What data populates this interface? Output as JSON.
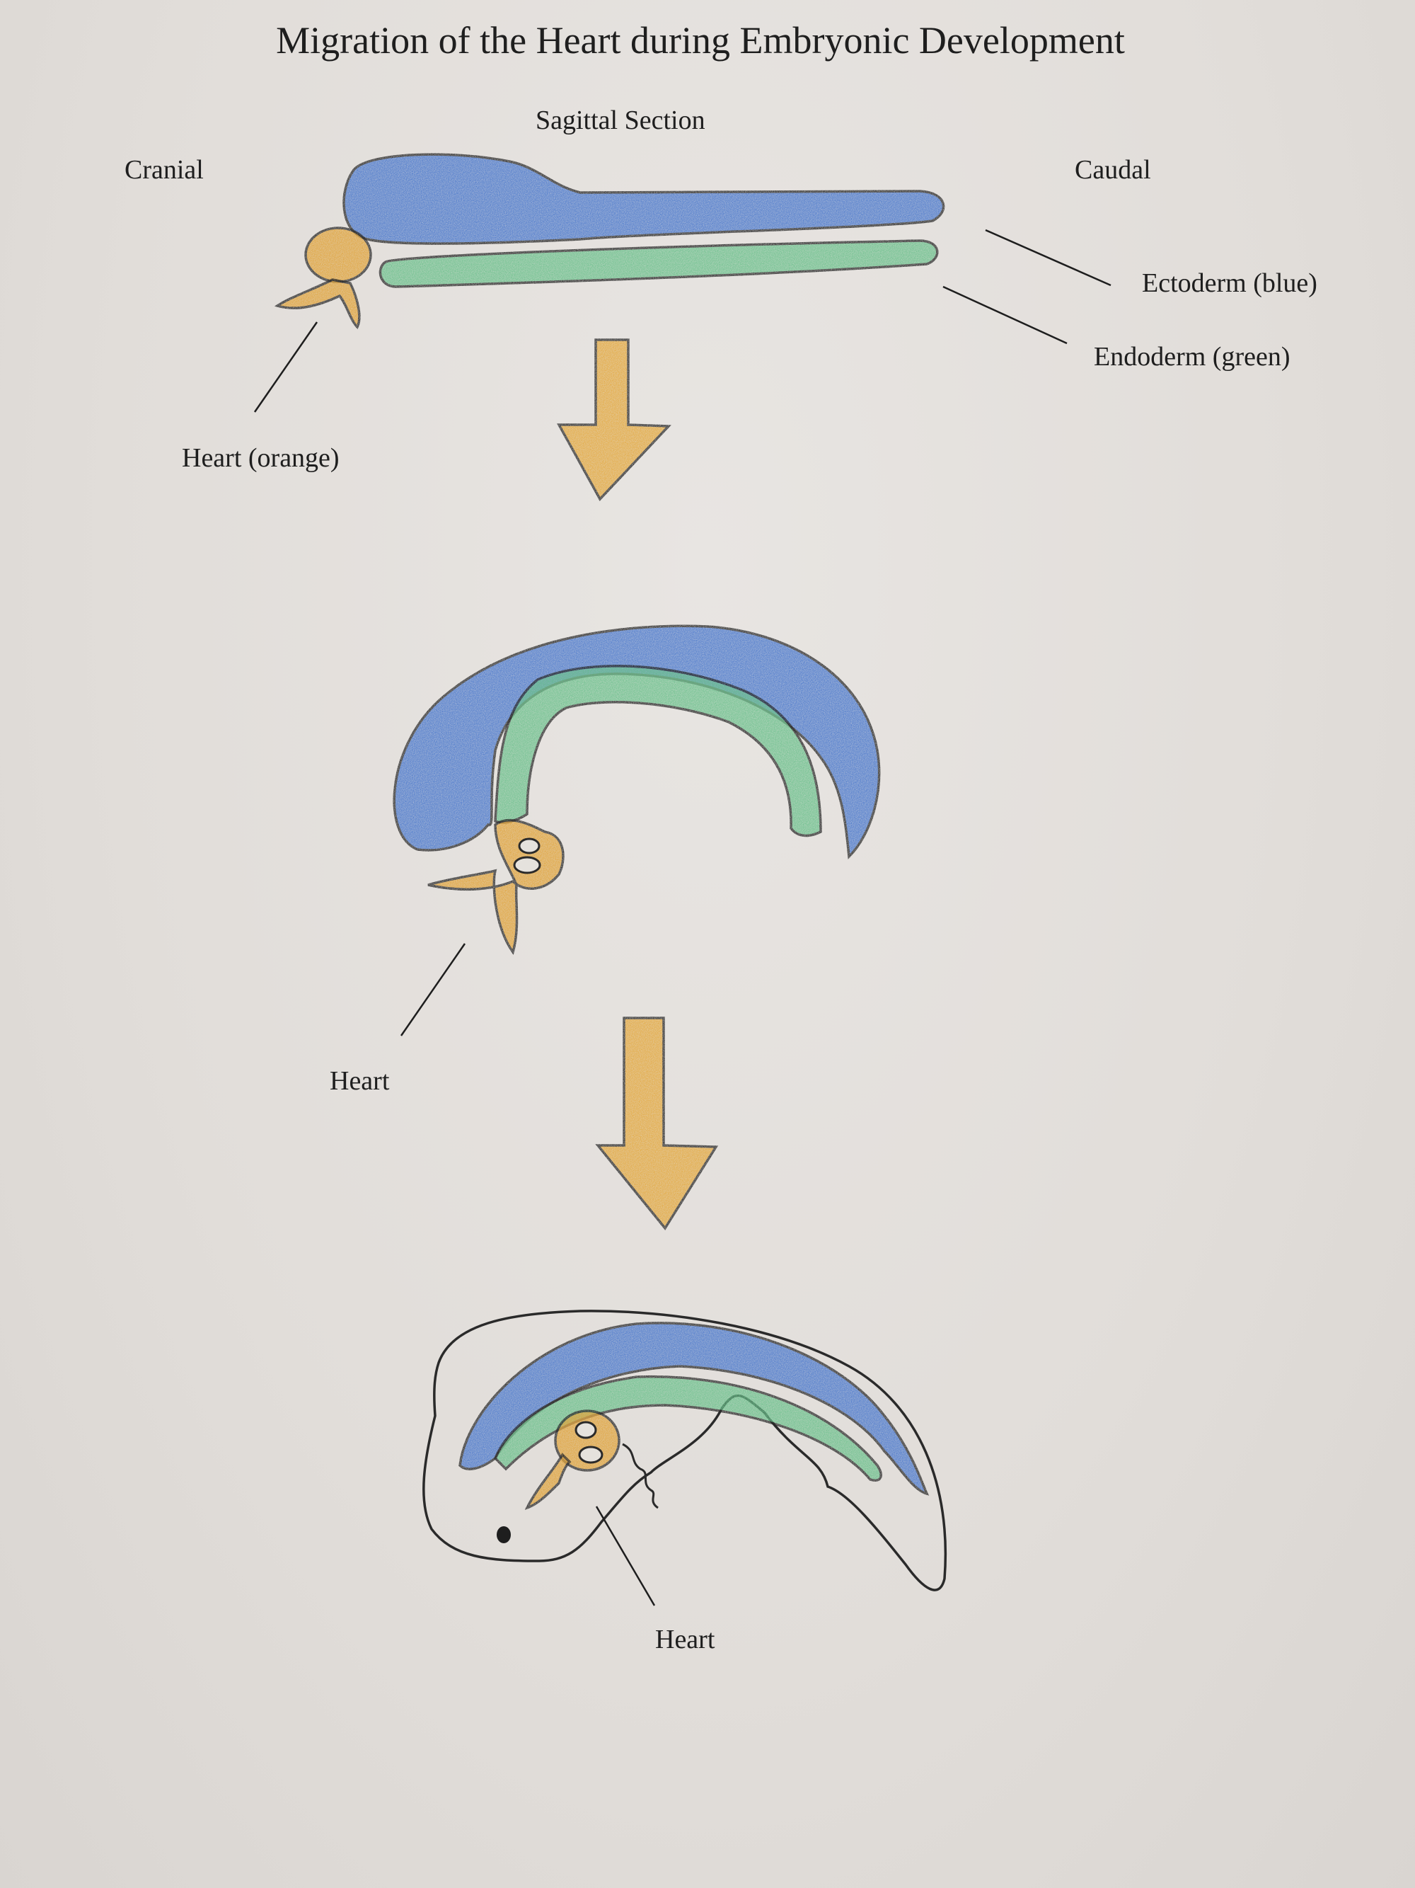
{
  "title": "Migration  of the Heart during Embryonic Development",
  "subtitle": "Sagittal Section",
  "orientation": {
    "left": "Cranial",
    "right": "Caudal"
  },
  "labels": {
    "ectoderm": "Ectoderm (blue)",
    "endoderm": "Endoderm (green)",
    "heart_stage1": "Heart (orange)",
    "heart_stage2": "Heart",
    "heart_stage3": "Heart"
  },
  "colors": {
    "ectoderm": "#4a78cc",
    "endoderm": "#6cc08c",
    "heart": "#e0a33a",
    "outline": "#2a2a2a",
    "paper": "#e3dfdb"
  }
}
